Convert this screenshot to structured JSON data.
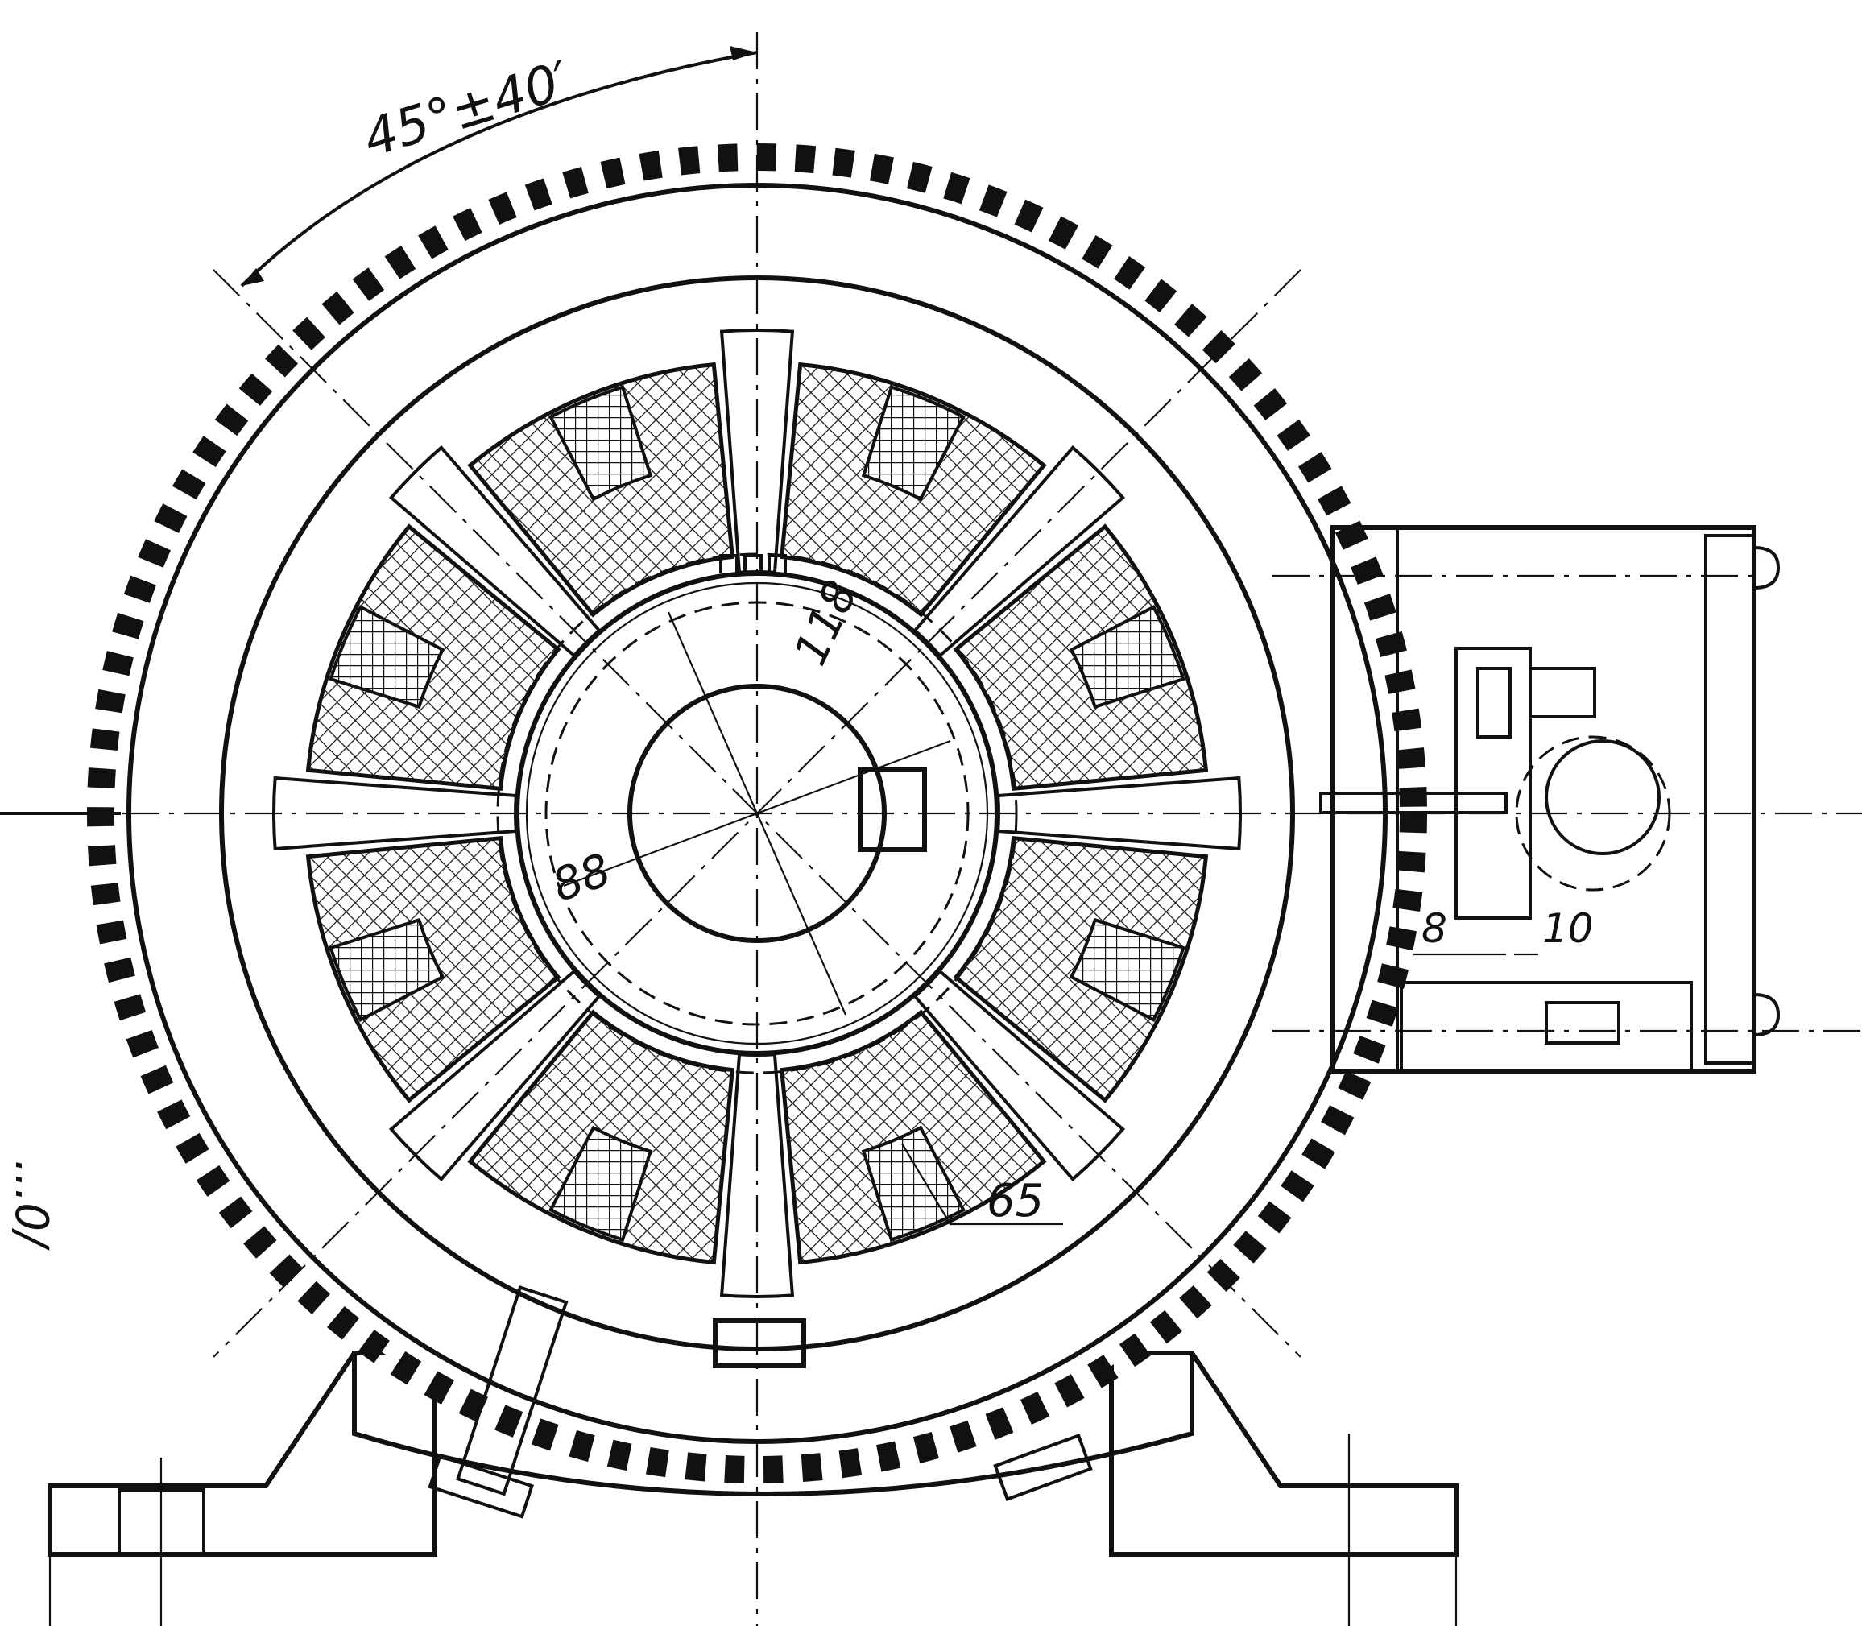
{
  "dimensions": {
    "angle": "45°±40′",
    "d118": "118",
    "d88": "88",
    "d65": "65",
    "d8": "8",
    "d10": "10",
    "left_edge": "...0/"
  },
  "colors": {
    "ink": "#111111",
    "paper": "#ffffff"
  }
}
